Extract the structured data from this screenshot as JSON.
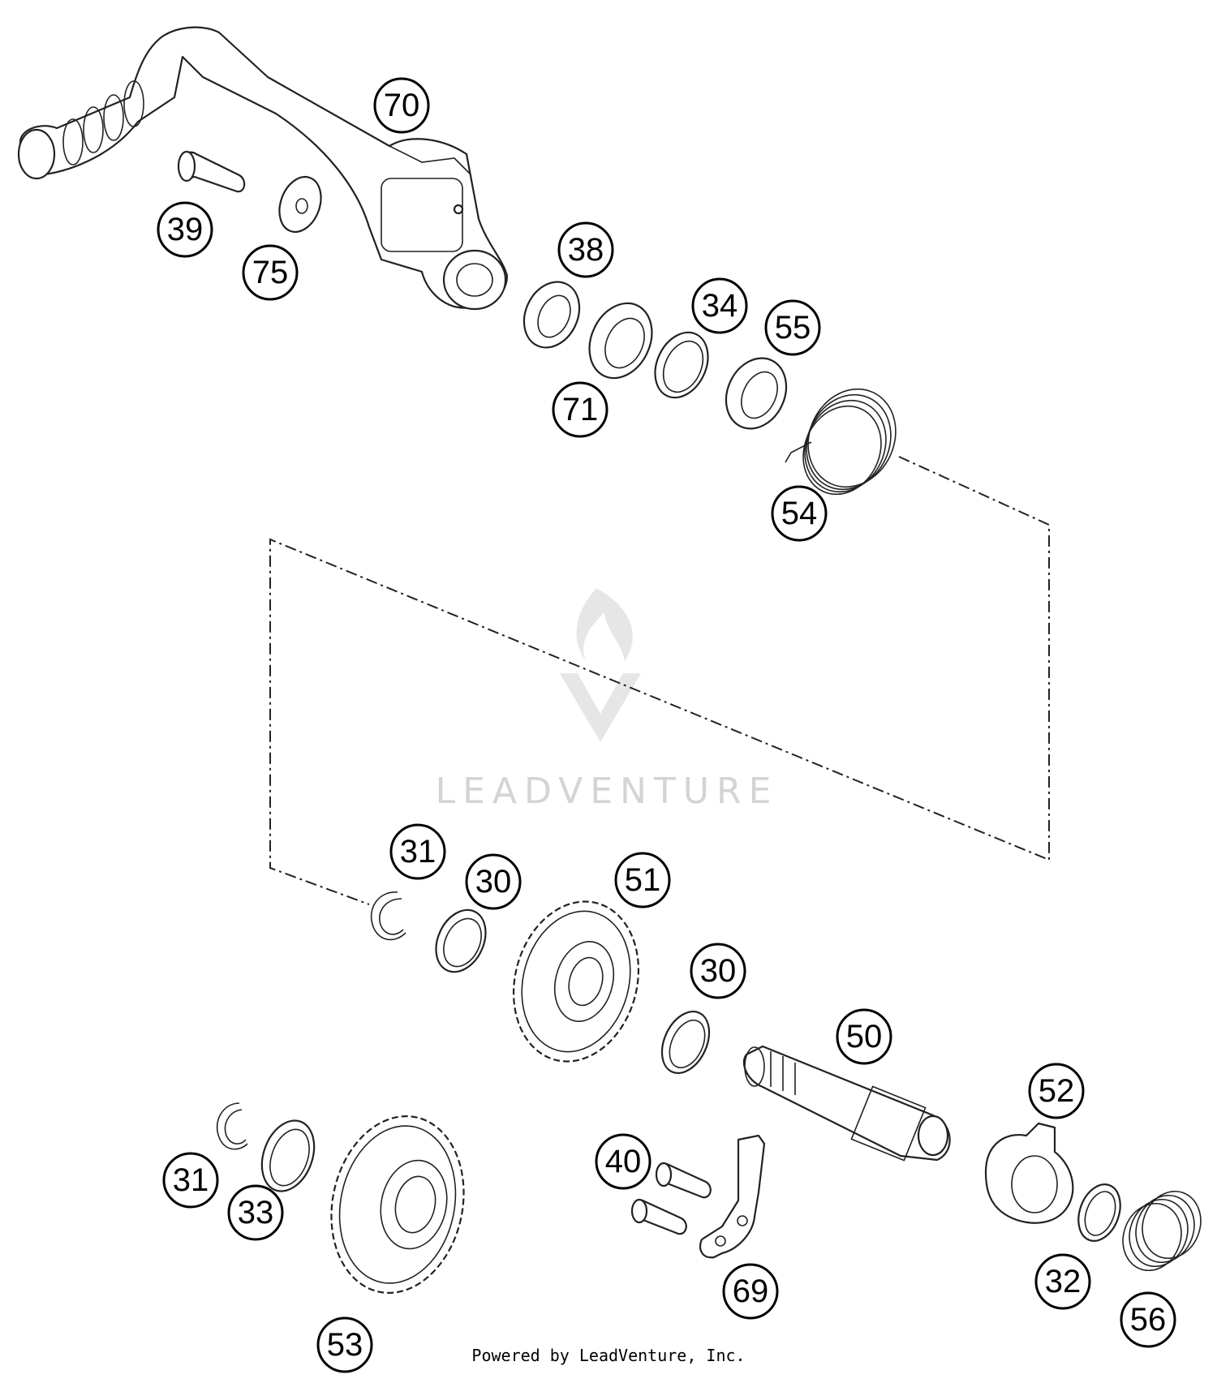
{
  "watermark": {
    "text": "LEADVENTURE",
    "logo_icon": "flame-v-logo-icon",
    "color": "#d4d4d4"
  },
  "footer": {
    "text": "Powered by LeadVenture, Inc."
  },
  "callouts": {
    "c70": "70",
    "c39": "39",
    "c75": "75",
    "c38": "38",
    "c71": "71",
    "c34": "34",
    "c55": "55",
    "c54": "54",
    "c31a": "31",
    "c30a": "30",
    "c51": "51",
    "c30b": "30",
    "c50": "50",
    "c52": "52",
    "c32": "32",
    "c56": "56",
    "c40": "40",
    "c69": "69",
    "c31b": "31",
    "c33": "33",
    "c53": "53"
  }
}
